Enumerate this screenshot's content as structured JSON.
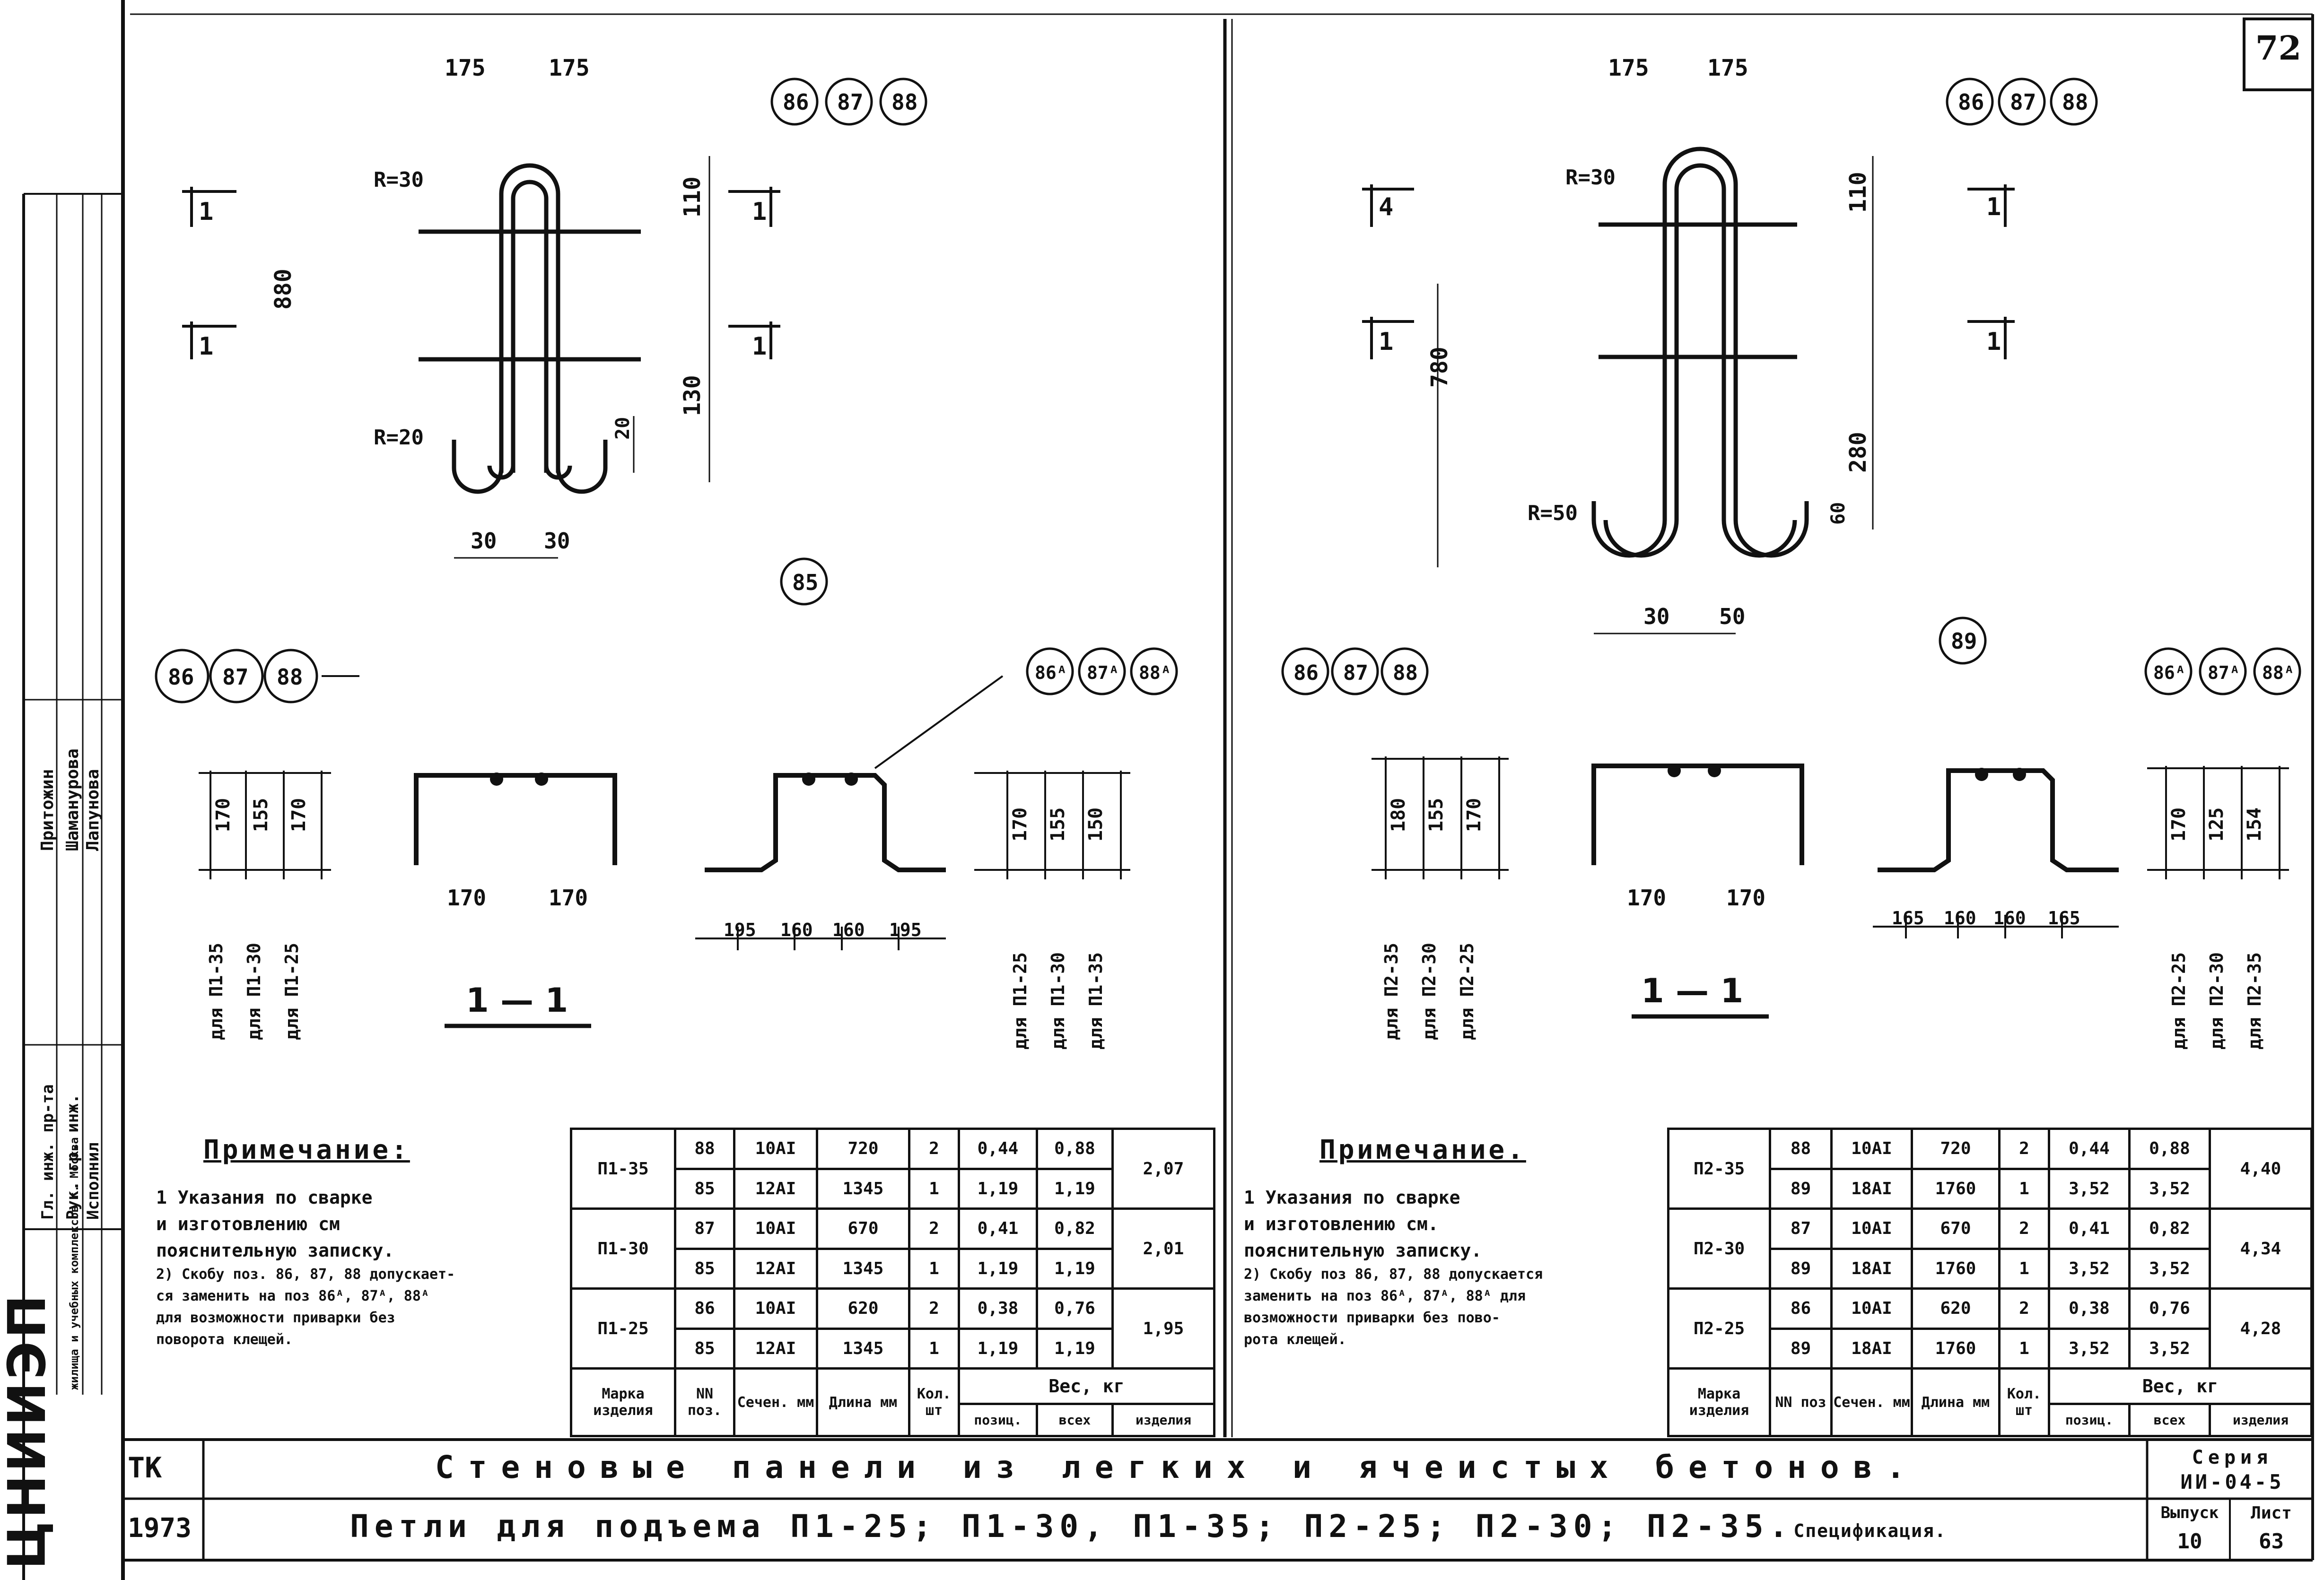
{
  "page_number": "72",
  "left": {
    "top_dims": [
      "175",
      "175"
    ],
    "circles_top": [
      "86",
      "87",
      "88"
    ],
    "circle_pos85": "85",
    "radius_top": "R=30",
    "radius_bottom": "R=20",
    "section_marks": [
      "1",
      "1",
      "1",
      "1"
    ],
    "dims_vertical": [
      "880",
      "110",
      "130",
      "20"
    ],
    "dims_bottom": [
      "30",
      "30"
    ],
    "circles_mid": [
      "86",
      "87",
      "88"
    ],
    "circles_mid_a": [
      "86ᴬ",
      "87ᴬ",
      "88ᴬ"
    ],
    "section_label": "1 — 1",
    "u_dims": [
      "170",
      "170"
    ],
    "hat_dims": [
      "195",
      "160",
      "160",
      "195"
    ],
    "left_dims": [
      "170",
      "155",
      "170"
    ],
    "left_for": [
      "для П1-35",
      "для П1-30",
      "для П1-25"
    ],
    "right_dims": [
      "170",
      "155",
      "150"
    ],
    "right_for": [
      "для П1-25",
      "для П1-30",
      "для П1-35"
    ],
    "note_title": "Примечание:",
    "note_lines": [
      "1 Указания по сварке",
      "и изготовлению см",
      "пояснительную записку.",
      "2) Скобу поз. 86, 87, 88 допускает-",
      "ся заменить на поз 86ᴬ, 87ᴬ, 88ᴬ",
      "для возможности приварки без",
      "поворота клещей."
    ],
    "table": {
      "rows": [
        {
          "mark": "П1-35",
          "pos": "88",
          "section": "10АI",
          "length": "720",
          "qty": "2",
          "w_pos": "0,44",
          "w_all": "0,88",
          "w_item": "2,07"
        },
        {
          "mark": "",
          "pos": "85",
          "section": "12АI",
          "length": "1345",
          "qty": "1",
          "w_pos": "1,19",
          "w_all": "1,19",
          "w_item": ""
        },
        {
          "mark": "П1-30",
          "pos": "87",
          "section": "10АI",
          "length": "670",
          "qty": "2",
          "w_pos": "0,41",
          "w_all": "0,82",
          "w_item": "2,01"
        },
        {
          "mark": "",
          "pos": "85",
          "section": "12АI",
          "length": "1345",
          "qty": "1",
          "w_pos": "1,19",
          "w_all": "1,19",
          "w_item": ""
        },
        {
          "mark": "П1-25",
          "pos": "86",
          "section": "10АI",
          "length": "620",
          "qty": "2",
          "w_pos": "0,38",
          "w_all": "0,76",
          "w_item": "1,95"
        },
        {
          "mark": "",
          "pos": "85",
          "section": "12АI",
          "length": "1345",
          "qty": "1",
          "w_pos": "1,19",
          "w_all": "1,19",
          "w_item": ""
        }
      ],
      "h_mark": "Марка изделия",
      "h_pos": "NN поз.",
      "h_section": "Сечен. мм",
      "h_length": "Длина мм",
      "h_qty": "Кол. шт",
      "h_weight": "Вес, кг",
      "h_w_pos": "позиц.",
      "h_w_all": "всех",
      "h_w_item": "изделия"
    }
  },
  "right": {
    "top_dims": [
      "175",
      "175"
    ],
    "circles_top": [
      "86",
      "87",
      "88"
    ],
    "circle_pos89": "89",
    "radius_top": "R=30",
    "radius_bottom": "R=50",
    "section_marks": [
      "4",
      "1",
      "1",
      "1"
    ],
    "dims_vertical": [
      "780",
      "110",
      "280",
      "60"
    ],
    "dims_bottom": [
      "30",
      "50"
    ],
    "circles_mid": [
      "86",
      "87",
      "88"
    ],
    "circles_mid_a": [
      "86ᴬ",
      "87ᴬ",
      "88ᴬ"
    ],
    "section_label": "1 — 1",
    "u_dims": [
      "170",
      "170"
    ],
    "hat_dims": [
      "165",
      "160",
      "160",
      "165"
    ],
    "left_dims": [
      "180",
      "155",
      "170"
    ],
    "left_for": [
      "для П2-35",
      "для П2-30",
      "для П2-25"
    ],
    "right_dims": [
      "170",
      "125",
      "154"
    ],
    "right_for": [
      "для П2-25",
      "для П2-30",
      "для П2-35"
    ],
    "note_title": "Примечание.",
    "note_lines": [
      "1 Указания по сварке",
      "и изготовлению см.",
      "пояснительную записку.",
      "2) Скобу поз 86, 87, 88 допускается",
      "заменить на поз 86ᴬ, 87ᴬ, 88ᴬ для",
      "возможности приварки без пово-",
      "рота клещей."
    ],
    "table": {
      "rows": [
        {
          "mark": "П2-35",
          "pos": "88",
          "section": "10АI",
          "length": "720",
          "qty": "2",
          "w_pos": "0,44",
          "w_all": "0,88",
          "w_item": "4,40"
        },
        {
          "mark": "",
          "pos": "89",
          "section": "18АI",
          "length": "1760",
          "qty": "1",
          "w_pos": "3,52",
          "w_all": "3,52",
          "w_item": ""
        },
        {
          "mark": "П2-30",
          "pos": "87",
          "section": "10АI",
          "length": "670",
          "qty": "2",
          "w_pos": "0,41",
          "w_all": "0,82",
          "w_item": "4,34"
        },
        {
          "mark": "",
          "pos": "89",
          "section": "18АI",
          "length": "1760",
          "qty": "1",
          "w_pos": "3,52",
          "w_all": "3,52",
          "w_item": ""
        },
        {
          "mark": "П2-25",
          "pos": "86",
          "section": "10АI",
          "length": "620",
          "qty": "2",
          "w_pos": "0,38",
          "w_all": "0,76",
          "w_item": "4,28"
        },
        {
          "mark": "",
          "pos": "89",
          "section": "18АI",
          "length": "1760",
          "qty": "1",
          "w_pos": "3,52",
          "w_all": "3,52",
          "w_item": ""
        }
      ],
      "h_mark": "Марка изделия",
      "h_pos": "NN поз",
      "h_section": "Сечен. мм",
      "h_length": "Длина мм",
      "h_qty": "Кол. шт",
      "h_weight": "Вес, кг",
      "h_w_pos": "позиц.",
      "h_w_all": "всех",
      "h_w_item": "изделия"
    }
  },
  "stamp": {
    "tk": "ТК",
    "year": "1973",
    "title1": "Стеновые панели из легких и ячеистых бетонов.",
    "title2": "Петли для подъема П1-25; П1-30, П1-35; П2-25; П2-30; П2-35.",
    "title2_small": "Спецификация.",
    "series_label": "Серия",
    "series_value": "ИИ-04-5",
    "issue_label": "Выпуск",
    "issue_value": "10",
    "sheet_label": "Лист",
    "sheet_value": "63"
  },
  "side_block": {
    "org": "ЦНИИЭП",
    "org_sub": "жилища и учебных комплексов г. Москва",
    "roles": [
      "Гл. инж. пр-та",
      "Рук. гр. инж.",
      "Исполнил"
    ],
    "names": [
      "Притожин",
      "Шаманурова",
      "Лапунова"
    ]
  }
}
